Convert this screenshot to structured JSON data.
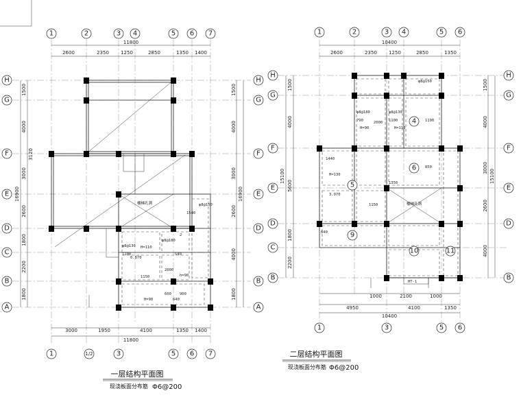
{
  "plans": [
    {
      "title": "一层结构平面图",
      "slab_note_label": "现浇板面分布筋",
      "slab_note_value": "Φ6@200",
      "axes_top": [
        "1",
        "2",
        "3",
        "4",
        "5",
        "6",
        "7"
      ],
      "axes_bottom": [
        "1",
        "1/2",
        "3",
        "5",
        "6",
        "7"
      ],
      "axes_left": [
        "H",
        "G",
        "F",
        "E",
        "D",
        "C",
        "B",
        "A"
      ],
      "total_top": "11800",
      "dims_top": [
        "2600",
        "2350",
        "1250",
        "2850",
        "1350",
        "1400"
      ],
      "total_bottom": "11800",
      "dims_bottom": [
        "3000",
        "1950",
        "4100",
        "1350",
        "1400"
      ],
      "dims_left": [
        "1500",
        "4000",
        "3000",
        "2600",
        "1800",
        "2200",
        "1800"
      ],
      "dims_left_sub": [
        "3120"
      ],
      "total_left": "16900",
      "dims_right": [
        "1500",
        "4000",
        "3000",
        "2600",
        "4000",
        "1800"
      ],
      "total_right": "16900",
      "labels": [
        "楼梯孔洞",
        "φ8@130",
        "φ8@180",
        "φ8@150",
        "1100",
        "2000",
        "1540",
        "H=110",
        "h=90",
        "0.870",
        "1150",
        "540",
        "600",
        "900",
        "640",
        "2",
        "H=90"
      ]
    },
    {
      "title": "二层结构平面图",
      "slab_note_label": "现浇板面分布筋",
      "slab_note_value": "Φ6@200",
      "axes_top": [
        "1",
        "2",
        "3",
        "4",
        "5",
        "6"
      ],
      "axes_bottom": [
        "1",
        "3",
        "5",
        "6"
      ],
      "axes_left": [
        "H",
        "G",
        "F",
        "E",
        "D",
        "C",
        "B"
      ],
      "axes_right": [
        "H",
        "G",
        "F",
        "E",
        "D",
        "B"
      ],
      "total_top": "10400",
      "dims_top": [
        "2600",
        "2350",
        "1250",
        "2850",
        "1350"
      ],
      "total_bottom": "10400",
      "dims_bottom": [
        "4950",
        "4100",
        "1350"
      ],
      "dims_bottom_inner": [
        "1000",
        "2100",
        "1000"
      ],
      "dims_left": [
        "1500",
        "4000",
        "5600",
        "1800",
        "2200"
      ],
      "total_left": "15100",
      "dims_right": [
        "1500",
        "4000",
        "3000",
        "2600",
        "4000"
      ],
      "total_right": "15100",
      "room_numbers": [
        "4",
        "5",
        "6",
        "9",
        "10",
        "11"
      ],
      "labels": [
        "楼梯孔洞",
        "φ8@180",
        "φ8@130",
        "φ8@150",
        "790",
        "1100",
        "1190",
        "1440",
        "1350",
        "850",
        "H=130",
        "H=110",
        "H=90",
        "3.970",
        "640",
        "HT-1",
        "2000",
        "1150"
      ]
    }
  ]
}
